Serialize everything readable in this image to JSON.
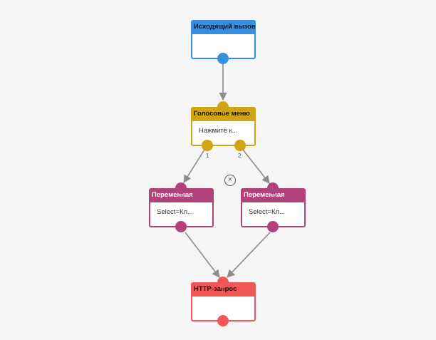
{
  "nodes": {
    "outgoing_call": {
      "title": "Исходящий вызов",
      "body": ""
    },
    "voice_menu": {
      "title": "Голосовое меню",
      "body": "Нажмите к...",
      "port_labels": [
        "1",
        "2"
      ]
    },
    "variable_1": {
      "title": "Переменная",
      "body": "Select=Кл..."
    },
    "variable_2": {
      "title": "Переменная",
      "body": "Select=Кл..."
    },
    "http_request": {
      "title": "HTTP-запрос",
      "body": ""
    }
  },
  "delete_icon_glyph": "×",
  "colors": {
    "outgoing_call": "#3a8fdc",
    "voice_menu": "#cfa513",
    "variable": "#b2427a",
    "http_request": "#f25757",
    "edge": "#8c8c8c",
    "background": "#f5f5f5"
  }
}
